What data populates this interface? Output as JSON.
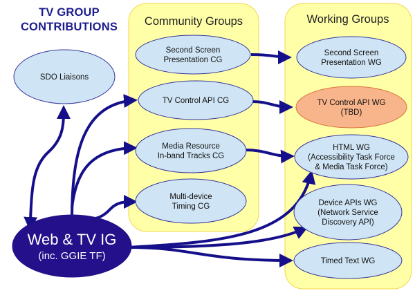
{
  "title": {
    "line1": "TV GROUP",
    "line2": "CONTRIBUTIONS"
  },
  "colors": {
    "panel_fill": "#ffffa8",
    "panel_stroke": "#f3d64a",
    "node_fill": "#cfe4f4",
    "node_stroke": "#35359a",
    "highlight_fill": "#f8b48a",
    "highlight_stroke": "#d9743a",
    "hub_fill": "#23108a",
    "arrow_color": "#15108a",
    "title_color": "#1c1c8c"
  },
  "panels": {
    "community": {
      "label": "Community Groups"
    },
    "working": {
      "label": "Working Groups"
    }
  },
  "nodes": {
    "sdo": {
      "lines": [
        "SDO Liaisons"
      ]
    },
    "hub": {
      "lines": [
        "Web & TV IG",
        "(inc. GGIE TF)"
      ]
    },
    "cg_second_screen": {
      "lines": [
        "Second Screen",
        "Presentation CG"
      ]
    },
    "cg_tv_control": {
      "lines": [
        "TV Control API CG"
      ]
    },
    "cg_media_resource": {
      "lines": [
        "Media Resource",
        "In-band Tracks CG"
      ]
    },
    "cg_multi_device": {
      "lines": [
        "Multi-device",
        "Timing CG"
      ]
    },
    "wg_second_screen": {
      "lines": [
        "Second Screen",
        "Presentation WG"
      ]
    },
    "wg_tv_control": {
      "lines": [
        "TV Control API WG",
        "(TBD)"
      ],
      "status": "TBD"
    },
    "wg_html": {
      "lines": [
        "HTML WG",
        "(Accessibility Task Force",
        "& Media Task Force)"
      ]
    },
    "wg_device_apis": {
      "lines": [
        "Device APIs WG",
        "(Network Service",
        "Discovery API)"
      ]
    },
    "wg_timed_text": {
      "lines": [
        "Timed Text WG"
      ]
    }
  },
  "edges": [
    {
      "from": "hub",
      "to": "sdo",
      "bidirectional": true
    },
    {
      "from": "hub",
      "to": "cg_tv_control"
    },
    {
      "from": "hub",
      "to": "cg_media_resource"
    },
    {
      "from": "hub",
      "to": "cg_multi_device"
    },
    {
      "from": "hub",
      "to": "wg_html"
    },
    {
      "from": "hub",
      "to": "wg_device_apis"
    },
    {
      "from": "hub",
      "to": "wg_timed_text"
    },
    {
      "from": "cg_second_screen",
      "to": "wg_second_screen"
    },
    {
      "from": "cg_tv_control",
      "to": "wg_tv_control"
    },
    {
      "from": "cg_media_resource",
      "to": "wg_html"
    }
  ]
}
